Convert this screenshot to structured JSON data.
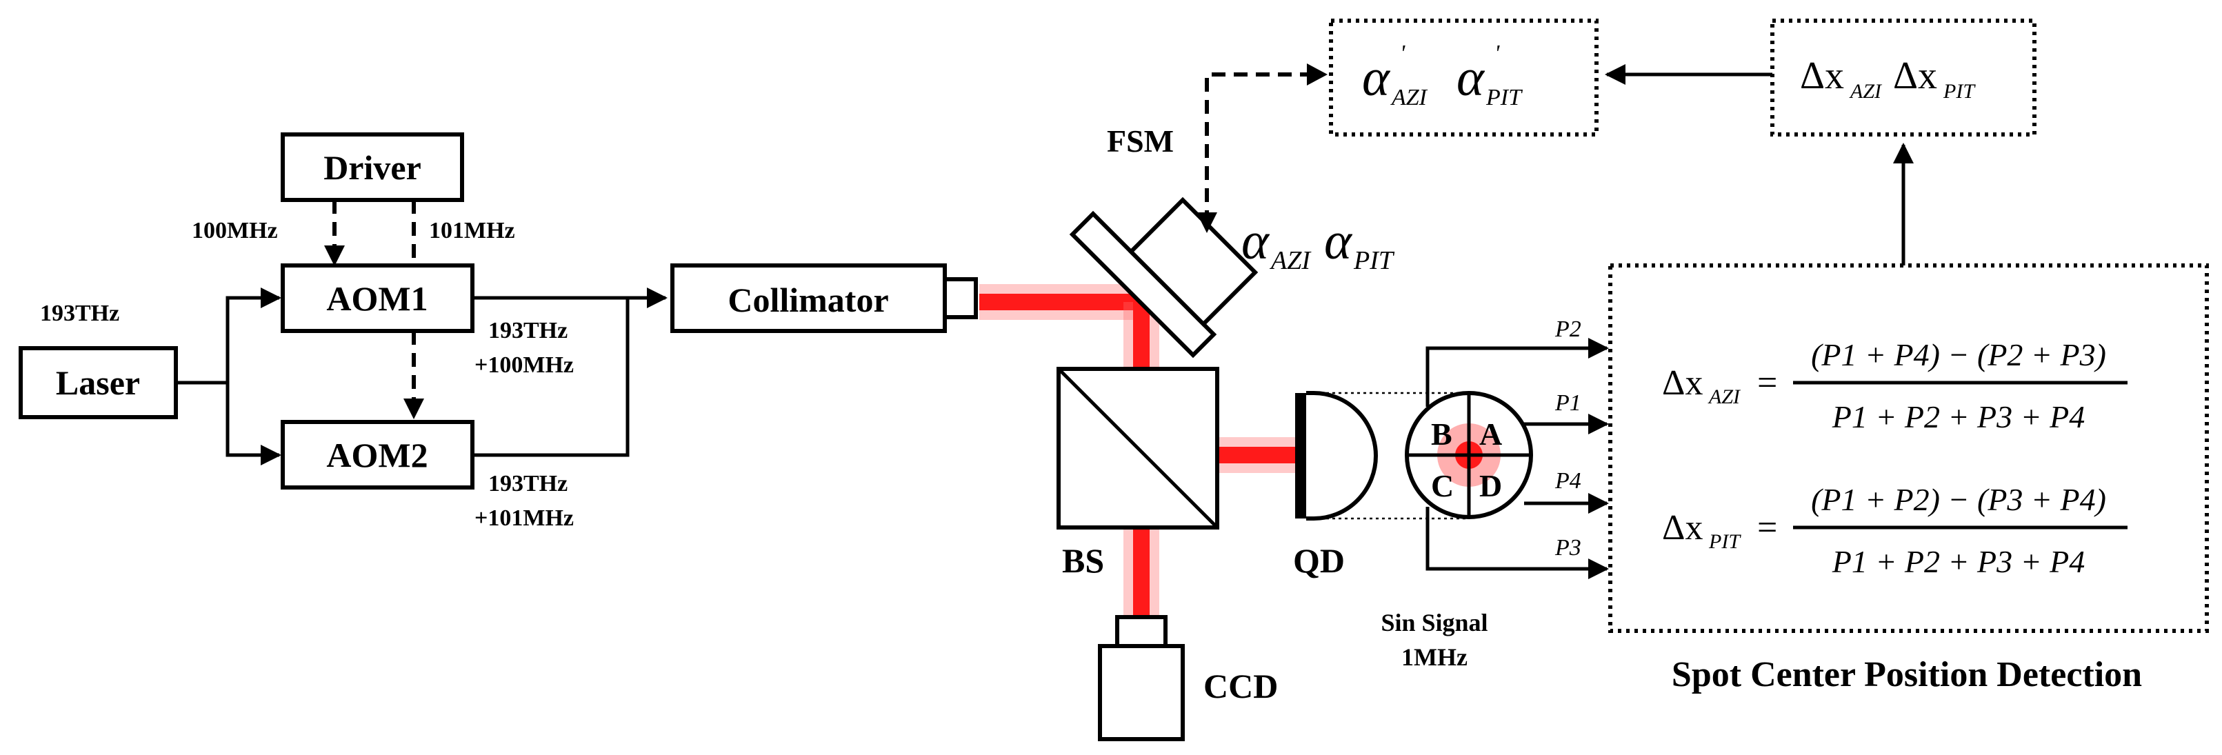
{
  "colors": {
    "beam": "#ff1a1a",
    "line": "#000000",
    "background": "#ffffff"
  },
  "labels": {
    "driver": "Driver",
    "laser": "Laser",
    "aom1": "AOM1",
    "aom2": "AOM2",
    "collimator": "Collimator",
    "fsm": "FSM",
    "bs": "BS",
    "qd": "QD",
    "ccd": "CCD",
    "freq_100": "100MHz",
    "freq_101": "101MHz",
    "laser_freq": "193THz",
    "aom1_out_line1": "193THz",
    "aom1_out_line2": "+100MHz",
    "aom2_out_line1": "193THz",
    "aom2_out_line2": "+101MHz",
    "sin_signal_line1": "Sin Signal",
    "sin_signal_line2": "1MHz",
    "detection_title": "Spot Center Position Detection"
  },
  "quadrants": {
    "b": "B",
    "a": "A",
    "c": "C",
    "d": "D"
  },
  "signals": {
    "p2": "P2",
    "p1": "P1",
    "p4": "P4",
    "p3": "P3"
  },
  "math": {
    "alpha": "α",
    "delta_x": "Δx",
    "azi": "AZI",
    "pit": "PIT",
    "prime": "'",
    "formula_azi_num": "(P1 + P4) − (P2 + P3)",
    "formula_pit_num": "(P1 + P2) − (P3 + P4)",
    "formula_den": "P1 + P2 + P3 + P4"
  }
}
